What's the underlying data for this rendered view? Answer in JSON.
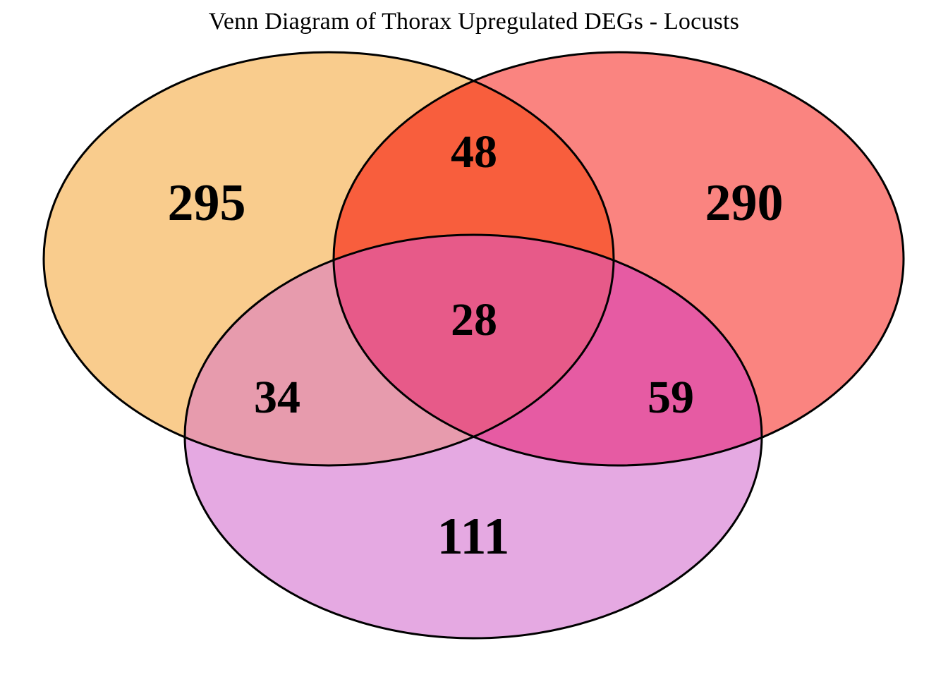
{
  "figure": {
    "title": "Venn Diagram of Thorax Upregulated DEGs - Locusts",
    "background": "#ffffff",
    "outline_color": "#000000"
  },
  "chart_data": {
    "type": "venn",
    "title": "Venn Diagram of Thorax Upregulated DEGs - Locusts",
    "xlabel": "",
    "ylabel": "",
    "set_count": 3,
    "legend": "none",
    "grid": false,
    "sets": [
      {
        "id": "A",
        "position": "left",
        "fill": "#F9CC8D",
        "outline": "#000000"
      },
      {
        "id": "B",
        "position": "right",
        "fill": "#FA8480",
        "outline": "#000000"
      },
      {
        "id": "C",
        "position": "bottom",
        "fill": "#E5A9E2",
        "outline": "#000000"
      }
    ],
    "regions": [
      {
        "key": "A",
        "label": "295",
        "value": 295,
        "fill": "#F9CC8D"
      },
      {
        "key": "B",
        "label": "290",
        "value": 290,
        "fill": "#FA8480"
      },
      {
        "key": "C",
        "label": "111",
        "value": 111,
        "fill": "#E5A9E2"
      },
      {
        "key": "AB",
        "label": "48",
        "value": 48,
        "fill": "#F85E3D"
      },
      {
        "key": "AC",
        "label": "34",
        "value": 34,
        "fill": "#E79BAD"
      },
      {
        "key": "BC",
        "label": "59",
        "value": 59,
        "fill": "#E65BA3"
      },
      {
        "key": "ABC",
        "label": "28",
        "value": 28,
        "fill": "#E75A89"
      }
    ]
  },
  "labels": {
    "only_a": "295",
    "only_b": "290",
    "only_c": "111",
    "a_and_b": "48",
    "a_and_c": "34",
    "b_and_c": "59",
    "a_b_and_c": "28"
  }
}
